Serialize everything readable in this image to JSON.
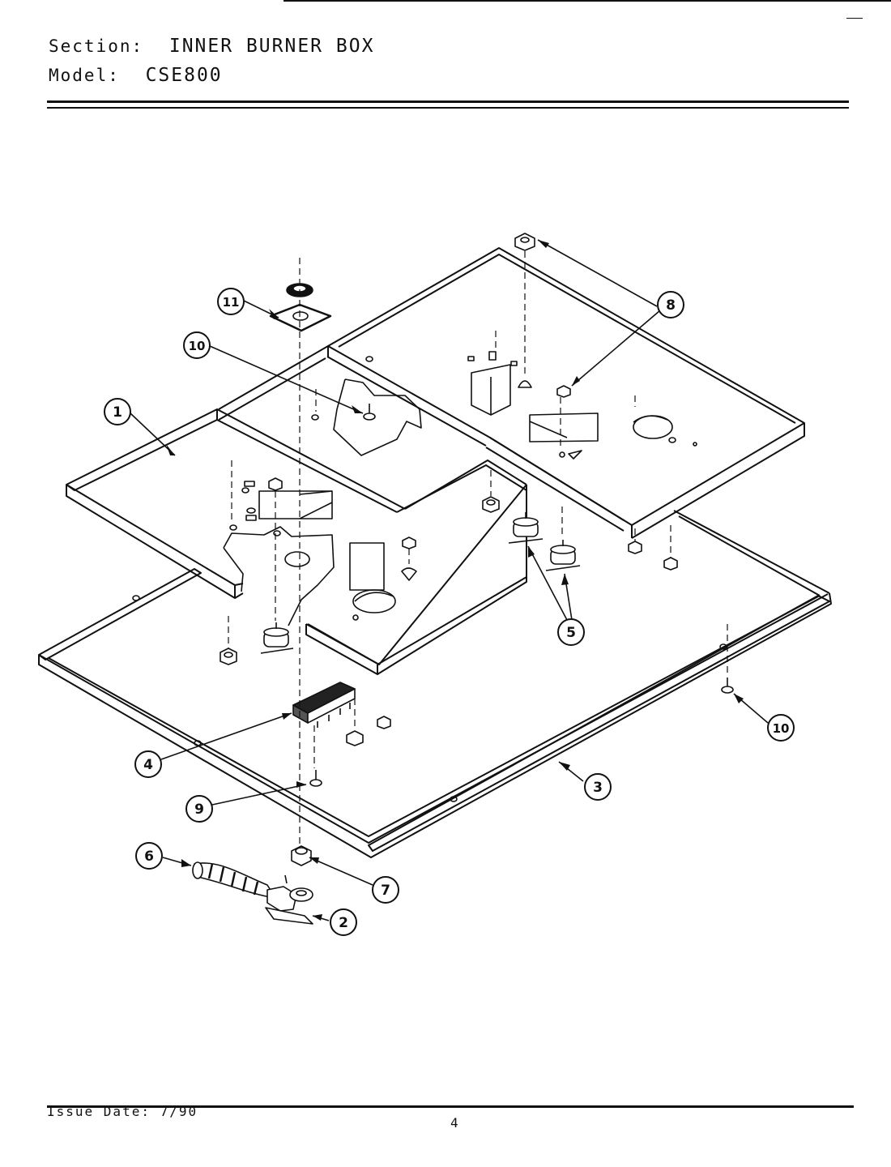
{
  "header": {
    "section_key": "Section:",
    "section_value": "INNER BURNER BOX",
    "model_key": "Model:",
    "model_value": "CSE800"
  },
  "callouts": [
    {
      "id": "c1",
      "label": "1"
    },
    {
      "id": "c2",
      "label": "2"
    },
    {
      "id": "c3",
      "label": "3"
    },
    {
      "id": "c4",
      "label": "4"
    },
    {
      "id": "c5",
      "label": "5"
    },
    {
      "id": "c6",
      "label": "6"
    },
    {
      "id": "c7",
      "label": "7"
    },
    {
      "id": "c8",
      "label": "8"
    },
    {
      "id": "c9",
      "label": "9"
    },
    {
      "id": "c10a",
      "label": "10"
    },
    {
      "id": "c10b",
      "label": "10"
    },
    {
      "id": "c11",
      "label": "11"
    }
  ],
  "footer": {
    "issue_date": "Issue Date: 7/90",
    "page_number": "4"
  }
}
